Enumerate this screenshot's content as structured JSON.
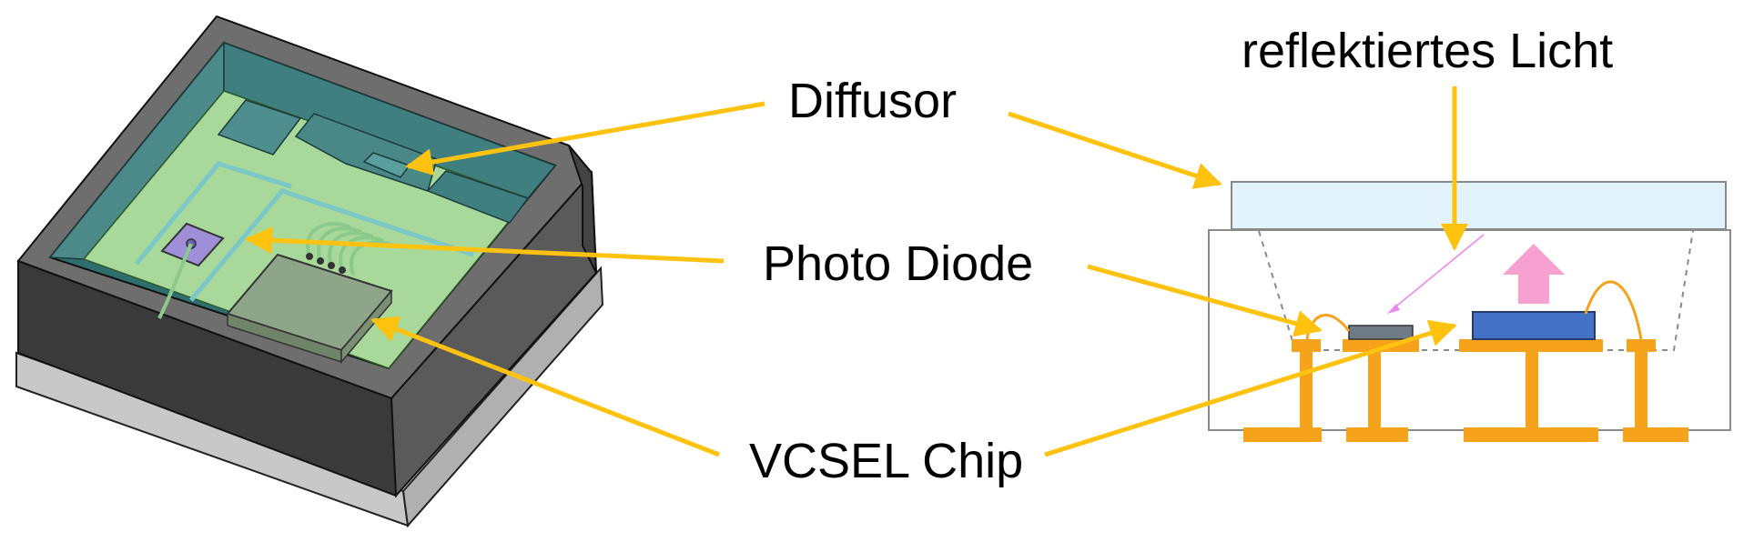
{
  "labels": {
    "diffusor": "Diffusor",
    "photo_diode": "Photo Diode",
    "vcsel_chip": "VCSEL Chip",
    "reflected_light": "reflektiertes Licht"
  },
  "colors": {
    "arrow": "#FFC20E",
    "housing_dark": "#3A3A3A",
    "housing_mid": "#555555",
    "housing_light": "#6E6E6E",
    "base_plate": "#C8C8C8",
    "diffusor_glass": "#2F6E6E",
    "substrate_green": "#A8D89A",
    "photo_diode": "#9F8FD8",
    "vcsel_3d": "#8FA58A",
    "leadframe": "#F7A21B",
    "diffusor_section": "#E2F3FB",
    "chip_blue": "#4472C4",
    "chip_gray": "#6E7B86",
    "light_pink": "#F7A1D0"
  }
}
